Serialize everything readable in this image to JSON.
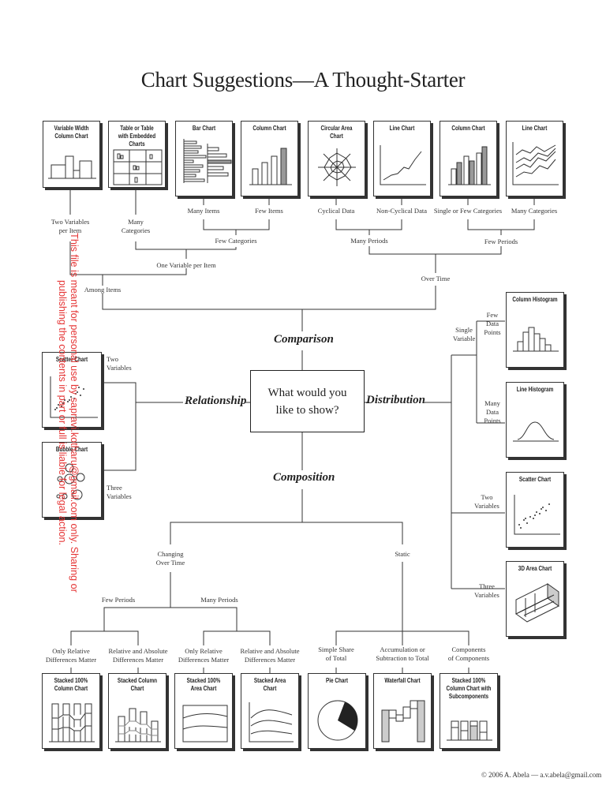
{
  "title": "Chart Suggestions—A Thought-Starter",
  "center_question": "What would you\nlike to show?",
  "categories": {
    "comparison": "Comparison",
    "relationship": "Relationship",
    "distribution": "Distribution",
    "composition": "Composition"
  },
  "top_charts": [
    "Variable Width Column Chart",
    "Table or Table with Embedded Charts",
    "Bar Chart",
    "Column Chart",
    "Circular Area Chart",
    "Line Chart",
    "Column Chart",
    "Line Chart"
  ],
  "right_charts": [
    "Column Histogram",
    "Line Histogram",
    "Scatter Chart",
    "3D Area Chart"
  ],
  "left_charts": [
    "Scatter Chart",
    "Bubble Chart"
  ],
  "bottom_charts": [
    "Stacked 100% Column Chart",
    "Stacked Column Chart",
    "Stacked 100% Area Chart",
    "Stacked Area Chart",
    "Pie Chart",
    "Waterfall Chart",
    "Stacked 100% Column Chart with Subcomponents"
  ],
  "comparison_labels": {
    "two_variables_per_item": "Two Variables\nper Item",
    "many_categories": "Many\nCategories",
    "many_items": "Many Items",
    "few_items": "Few Items",
    "cyclical_data": "Cyclical Data",
    "non_cyclical_data": "Non-Cyclical Data",
    "single_or_few_categories": "Single or Few Categories",
    "many_categories_line": "Many Categories",
    "few_categories": "Few Categories",
    "many_periods": "Many Periods",
    "few_periods": "Few Periods",
    "one_variable_per_item": "One Variable per Item",
    "among_items": "Among Items",
    "over_time": "Over Time"
  },
  "distribution_labels": {
    "single_variable": "Single\nVariable",
    "few_data_points": "Few\nData\nPoints",
    "many_data_points": "Many\nData\nPoints",
    "two_variables": "Two\nVariables",
    "three_variables": "Three\nVariables"
  },
  "relationship_labels": {
    "two_variables": "Two\nVariables",
    "three_variables": "Three\nVariables"
  },
  "composition_labels": {
    "changing_over_time": "Changing\nOver Time",
    "static": "Static",
    "few_periods": "Few Periods",
    "many_periods": "Many Periods",
    "only_relative_1": "Only Relative\nDifferences Matter",
    "relative_absolute_1": "Relative and Absolute\nDifferences Matter",
    "only_relative_2": "Only Relative\nDifferences Matter",
    "relative_absolute_2": "Relative and Absolute\nDifferences Matter",
    "simple_share": "Simple Share\nof Total",
    "accumulation": "Accumulation or\nSubtraction to Total",
    "components": "Components\nof Components"
  },
  "watermark": "This file is meant for personal use by sapravi.kotharu@gmail.com only. Sharing or publishing the contents in part or full is liable for legal action.",
  "copyright": "© 2006  A. Abela — a.v.abela@gmail.com"
}
